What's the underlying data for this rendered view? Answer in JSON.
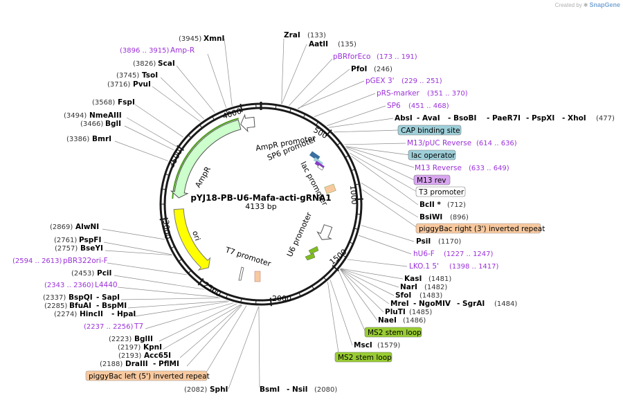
{
  "credit": {
    "prefix": "Created by",
    "brand": "SnapGene"
  },
  "plasmid": {
    "name": "pYJ18-PB-U6-Mafa-acti-gRNA1",
    "size": "4133 bp"
  },
  "ticks": [
    "500",
    "1000",
    "1500",
    "2000",
    "2500",
    "3000",
    "3500",
    "4000"
  ],
  "features": {
    "ampr": "AmpR",
    "ampr_promoter": "AmpR promoter",
    "sp6_promoter": "SP6 promoter",
    "lac_promoter": "lac promoter",
    "ori": "ori",
    "t7_promoter": "T7 promoter",
    "u6_promoter": "U6 promoter"
  },
  "sites": {
    "xmni": {
      "pos": "(3945)",
      "name": "XmnI"
    },
    "ampr_primer": {
      "pos": "(3896 .. 3915)",
      "name": "Amp-R"
    },
    "scai": {
      "pos": "(3826)",
      "name": "ScaI"
    },
    "tsoi": {
      "pos": "(3745)",
      "name": "TsoI"
    },
    "pvui": {
      "pos": "(3716)",
      "name": "PvuI"
    },
    "fspi": {
      "pos": "(3568)",
      "name": "FspI"
    },
    "nmeaiii": {
      "pos": "(3494)",
      "name": "NmeAIII"
    },
    "bgli": {
      "pos": "(3466)",
      "name": "BglI"
    },
    "bmri": {
      "pos": "(3386)",
      "name": "BmrI"
    },
    "alwni": {
      "pos": "(2869)",
      "name": "AlwNI"
    },
    "pspfi": {
      "pos": "(2761)",
      "name": "PspFI"
    },
    "bseyi": {
      "pos": "(2757)",
      "name": "BseYI"
    },
    "pbr322ori": {
      "pos": "(2594 .. 2613)",
      "name": "pBR322ori-F"
    },
    "pcii": {
      "pos": "(2453)",
      "name": "PciI"
    },
    "l4440": {
      "pos": "(2343 .. 2360)",
      "name": "L4440"
    },
    "bspqi": {
      "pos": "(2337)",
      "name": "BspQI",
      "name2": "SapI"
    },
    "bfuai": {
      "pos": "(2285)",
      "name": "BfuAI",
      "name2": "BspMI"
    },
    "hincii": {
      "pos": "(2274)",
      "name": "HincII",
      "name2": "HpaI"
    },
    "t7": {
      "pos": "(2237 .. 2256)",
      "name": "T7"
    },
    "bglii": {
      "pos": "(2223)",
      "name": "BglII"
    },
    "kpni": {
      "pos": "(2197)",
      "name": "KpnI"
    },
    "acc65i": {
      "pos": "(2193)",
      "name": "Acc65I"
    },
    "draiii": {
      "pos": "(2188)",
      "name": "DraIII",
      "name2": "PflMI"
    },
    "pb_left": {
      "name": "piggyBac left (5') inverted repeat"
    },
    "sphi": {
      "pos": "(2082)",
      "name": "SphI"
    },
    "bsmi": {
      "name": "BsmI",
      "name2": "NsiI",
      "pos": "(2080)"
    },
    "zrai": {
      "name": "ZraI",
      "pos": "(133)"
    },
    "aatii": {
      "name": "AatII",
      "pos": "(135)"
    },
    "pbrforeco": {
      "name": "pBRforEco",
      "pos": "(173 .. 191)"
    },
    "pfoi": {
      "name": "PfoI",
      "pos": "(246)"
    },
    "pgex3": {
      "name": "pGEX 3'",
      "pos": "(229 .. 251)"
    },
    "prs": {
      "name": "pRS-marker",
      "pos": "(351 .. 370)"
    },
    "sp6": {
      "name": "SP6",
      "pos": "(451 .. 468)"
    },
    "absi": {
      "name": "AbsI",
      "n2": "AvaI",
      "n3": "BsoBI",
      "n4": "PaeR7I",
      "n5": "PspXI",
      "n6": "XhoI",
      "pos": "(477)"
    },
    "cap": {
      "name": "CAP binding site"
    },
    "m13puc": {
      "name": "M13/pUC Reverse",
      "pos": "(614 .. 636)"
    },
    "lacop": {
      "name": "lac operator"
    },
    "m13rev": {
      "name": "M13 Reverse",
      "pos": "(633 .. 649)"
    },
    "m13revbox": {
      "name": "M13 rev"
    },
    "t3": {
      "name": "T3 promoter"
    },
    "bcli": {
      "name": "BclI *",
      "pos": "(712)"
    },
    "bsiwi": {
      "name": "BsiWI",
      "pos": "(896)"
    },
    "pb_right": {
      "name": "piggyBac right (3') inverted repeat"
    },
    "psii": {
      "name": "PsiI",
      "pos": "(1170)"
    },
    "hu6f": {
      "name": "hU6-F",
      "pos": "(1227 .. 1247)"
    },
    "lko": {
      "name": "LKO.1 5'",
      "pos": "(1398 .. 1417)"
    },
    "kasi": {
      "name": "KasI",
      "pos": "(1481)"
    },
    "nari": {
      "name": "NarI",
      "pos": "(1482)"
    },
    "sfoi": {
      "name": "SfoI",
      "pos": "(1483)"
    },
    "mrei": {
      "name": "MreI",
      "n2": "NgoMIV",
      "n3": "SgrAI",
      "pos": "(1484)"
    },
    "pluti": {
      "name": "PluTI",
      "pos": "(1485)"
    },
    "naei": {
      "name": "NaeI",
      "pos": "(1486)"
    },
    "ms2a": {
      "name": "MS2 stem loop"
    },
    "msci": {
      "name": "MscI",
      "pos": "(1579)"
    },
    "ms2b": {
      "name": "MS2 stem loop"
    }
  },
  "colors": {
    "backbone": "#1a1a1a",
    "primer": "#9b30d9",
    "enzyme": "#000000",
    "pos": "#333333",
    "ampr_fill": "#ccffcc",
    "ampr_track": "#4a9a1a",
    "ori_fill": "#ffff00",
    "piggybac": "#f8c99f",
    "cap_box": "#9ecfd9",
    "lacop_box": "#9ecfd9",
    "m13rev_box": "#d9a6f0",
    "ms2_box": "#99cc33",
    "t3_box": "#ffffff",
    "u6_fill": "#ffffff",
    "ms2_feature": "#7fbf1f"
  }
}
